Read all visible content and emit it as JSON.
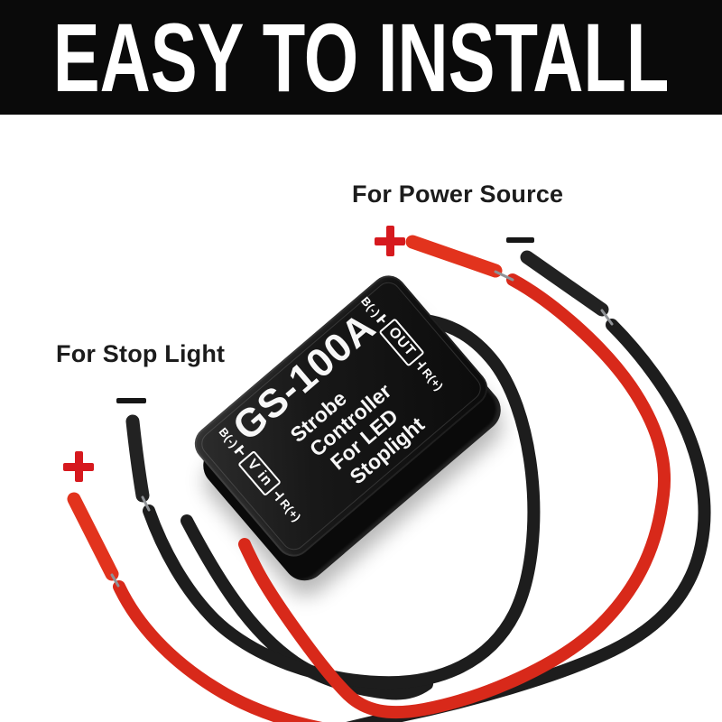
{
  "banner": {
    "title": "EASY TO INSTALL"
  },
  "annotations": {
    "power": {
      "label": "For Power Source",
      "plus_symbol": "+",
      "minus_symbol": "−"
    },
    "stop": {
      "label": "For Stop Light",
      "plus_symbol": "+",
      "minus_symbol": "−"
    }
  },
  "device": {
    "model": "GS-100A",
    "lines": [
      "Strobe",
      "Controller",
      "For LED",
      "Stoplight"
    ],
    "connectors": {
      "out": {
        "side_a": "B(-)",
        "label": "OUT",
        "side_b": "R(+)"
      },
      "vin": {
        "side_a": "B(-)",
        "label": "V in",
        "side_b": "R(+)"
      }
    }
  },
  "colors": {
    "banner_bg": "#0a0a0a",
    "banner_text": "#ffffff",
    "label_text": "#1c1c1c",
    "plus_red": "#d6191e",
    "minus_black": "#161616",
    "wire_red": "#d8291a",
    "wire_red_tip": "#e2331d",
    "wire_black": "#1d1d1d",
    "wire_black_tip": "#222222",
    "exposed_wire": "#8f9296",
    "device_text": "#f7f7f7"
  }
}
